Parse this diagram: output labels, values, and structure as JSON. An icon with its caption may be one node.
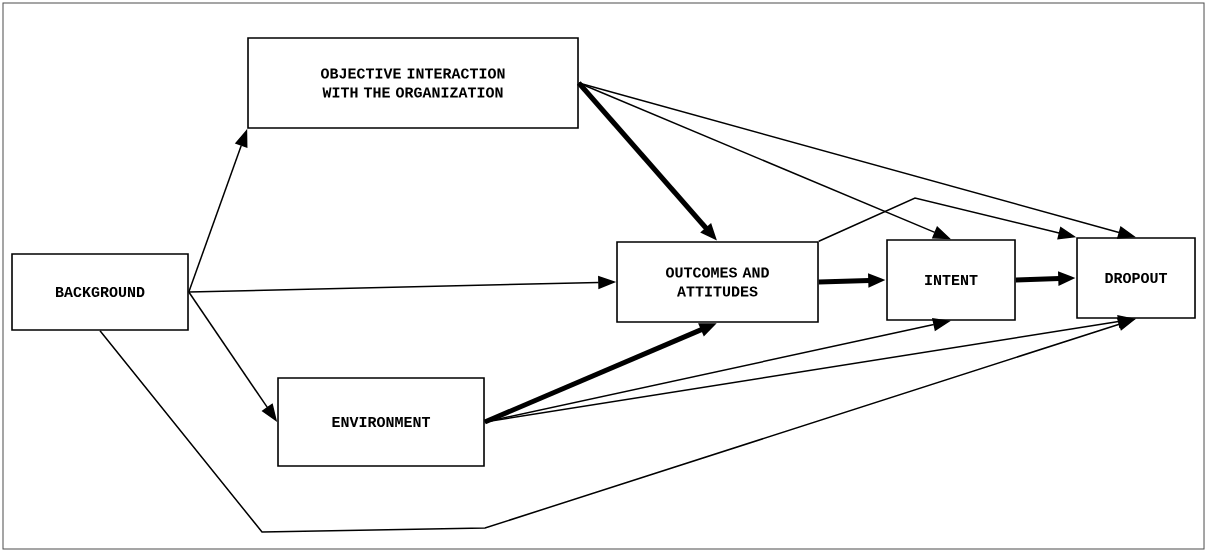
{
  "diagram": {
    "nodes": [
      {
        "text": [
          "OBJECTIVE INTERACTION WITH THE ORGANIZATION"
        ]
      },
      {
        "text": [
          "BACKGROUND"
        ]
      },
      {
        "text": [
          "OUTCOMES AND ATTITUDES"
        ]
      },
      {
        "text": [
          "INTENT"
        ]
      },
      {
        "text": [
          "DROPOUT"
        ]
      },
      {
        "text": [
          "ENVIRONMENT"
        ]
      }
    ],
    "edges": [
      {
        "from": 1,
        "to": 0,
        "arrow": "to"
      },
      {
        "from": 1,
        "to": 2,
        "arrow": "to"
      },
      {
        "from": 1,
        "to": 5,
        "arrow": "to"
      },
      {
        "from": 1,
        "to": 4,
        "arrow": "to"
      },
      {
        "from": 0,
        "to": 2,
        "arrow": "to",
        "style": "thick"
      },
      {
        "from": 0,
        "to": 3,
        "arrow": "to"
      },
      {
        "from": 0,
        "to": 4,
        "arrow": "to"
      },
      {
        "from": 2,
        "to": 3,
        "arrow": "to",
        "style": "thick"
      },
      {
        "from": 2,
        "to": 4,
        "arrow": "to"
      },
      {
        "from": 3,
        "to": 4,
        "arrow": "to",
        "style": "thick"
      },
      {
        "from": 5,
        "to": 2,
        "arrow": "to",
        "style": "thick"
      },
      {
        "from": 5,
        "to": 3,
        "arrow": "to"
      },
      {
        "from": 5,
        "to": 4,
        "arrow": "to"
      }
    ]
  }
}
